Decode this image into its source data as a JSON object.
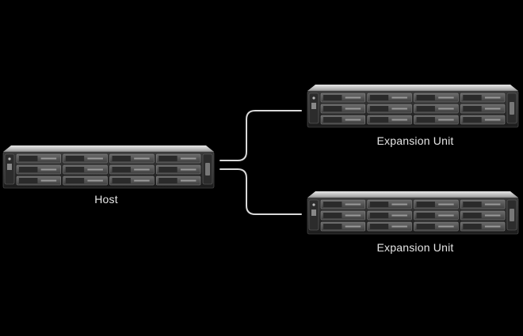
{
  "host": {
    "label": "Host",
    "drive_rows": 3,
    "drive_cols": 4
  },
  "expansion_units": [
    {
      "label": "Expansion Unit",
      "drive_rows": 3,
      "drive_cols": 4
    },
    {
      "label": "Expansion Unit",
      "drive_rows": 3,
      "drive_cols": 4
    }
  ],
  "colors": {
    "background": "#000000",
    "connector": "#d9d9d9",
    "chassis": "#2a2a2a",
    "chassis_top": "#cfcfcf",
    "bay": "#5a5a5a",
    "label": "#e6e6e6"
  }
}
